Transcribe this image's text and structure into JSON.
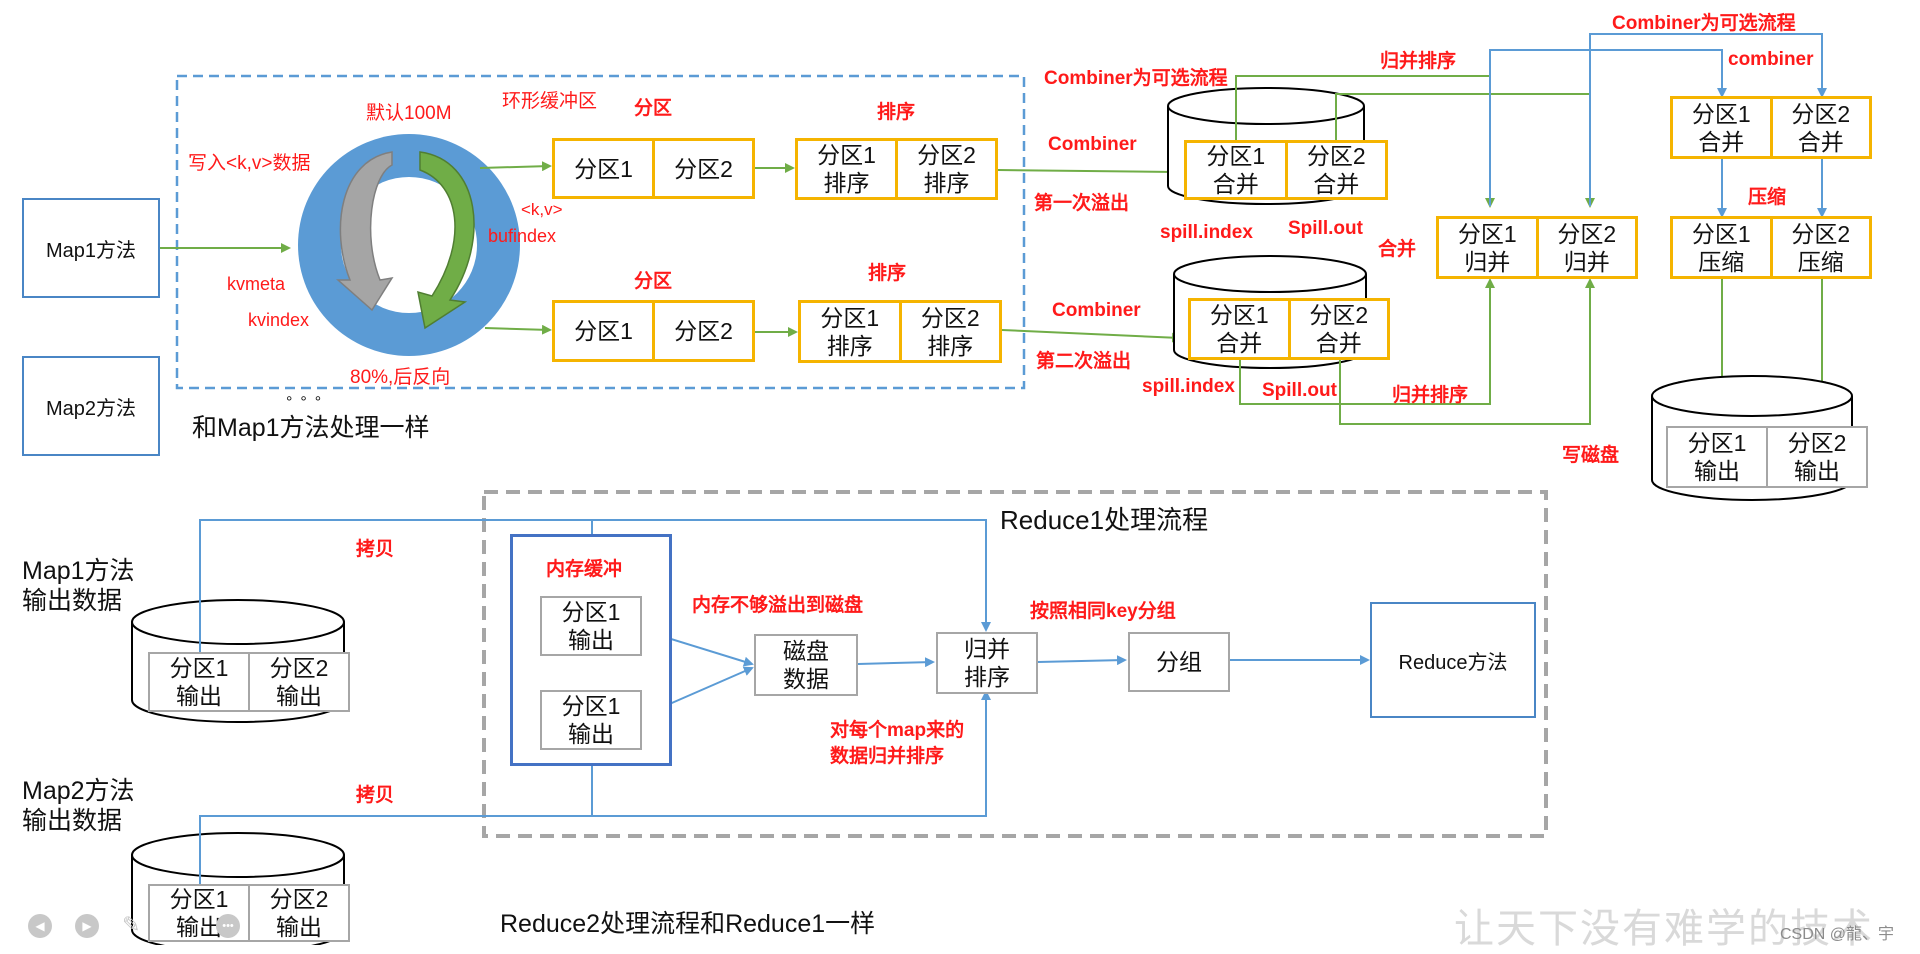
{
  "map_stage": {
    "map1_method": "Map1方法",
    "map2_method": "Map2方法",
    "map2_note": "和Map1方法处理一样",
    "buffer_region_label": "环形缓冲区",
    "default_size": "默认100M",
    "write_kv": "写入<k,v>数据",
    "kv_label": "<k,v>",
    "bufindex": "bufindex",
    "kvmeta": "kvmeta",
    "kvindex": "kvindex",
    "threshold": "80%,后反向",
    "partition_label": "分区",
    "sort_label": "排序",
    "row1_partitions": [
      "分区1",
      "分区2"
    ],
    "row1_sorted": [
      "分区1\n排序",
      "分区2\n排序"
    ],
    "row2_partitions": [
      "分区1",
      "分区2"
    ],
    "row2_sorted": [
      "分区1\n排序",
      "分区2\n排序"
    ]
  },
  "spill_stage": {
    "combiner_optional": "Combiner为可选流程",
    "combiner": "Combiner",
    "first_spill": "第一次溢出",
    "second_spill": "第二次溢出",
    "spill1_cells": [
      "分区1\n合并",
      "分区2\n合并"
    ],
    "spill2_cells": [
      "分区1\n合并",
      "分区2\n合并"
    ],
    "spill_index": "spill.index",
    "spill_out": "Spill.out",
    "merge_sort": "归并排序",
    "merge": "合并",
    "merged_cells": [
      "分区1\n归并",
      "分区2\n归并"
    ]
  },
  "final_stage": {
    "combiner_optional_top": "Combiner为可选流程",
    "combiner_lower": "combiner",
    "combined_cells": [
      "分区1\n合并",
      "分区2\n合并"
    ],
    "compress_label": "压缩",
    "compressed_cells": [
      "分区1\n压缩",
      "分区2\n压缩"
    ],
    "write_disk": "写磁盘",
    "output_cells": [
      "分区1\n输出",
      "分区2\n输出"
    ]
  },
  "reduce_stage": {
    "map1_output": "Map1方法\n输出数据",
    "map2_output": "Map2方法\n输出数据",
    "map_output_cells": [
      "分区1\n输出",
      "分区2\n输出"
    ],
    "copy": "拷贝",
    "reduce1_title": "Reduce1处理流程",
    "memory_buffer": "内存缓冲",
    "mem_cells": [
      "分区1\n输出",
      "分区1\n输出"
    ],
    "overflow": "内存不够溢出到磁盘",
    "disk_data": "磁盘\n数据",
    "merge_sort_box": "归并\n排序",
    "group_by_key": "按照相同key分组",
    "group": "分组",
    "per_map_merge": "对每个map来的\n数据归并排序",
    "reduce_method": "Reduce方法",
    "reduce2_note": "Reduce2处理流程和Reduce1一样"
  },
  "footer": {
    "watermark": "让天下没有难学的技术",
    "credit": "CSDN @龍、宇"
  },
  "colors": {
    "buffer_ring": "#5b9bd5",
    "arrow_green": "#70ad47",
    "arrow_blue": "#5b9bd5",
    "box_yellow": "#f5b400",
    "label_red": "#ff1a1a",
    "box_gray": "#a6a6a6"
  }
}
